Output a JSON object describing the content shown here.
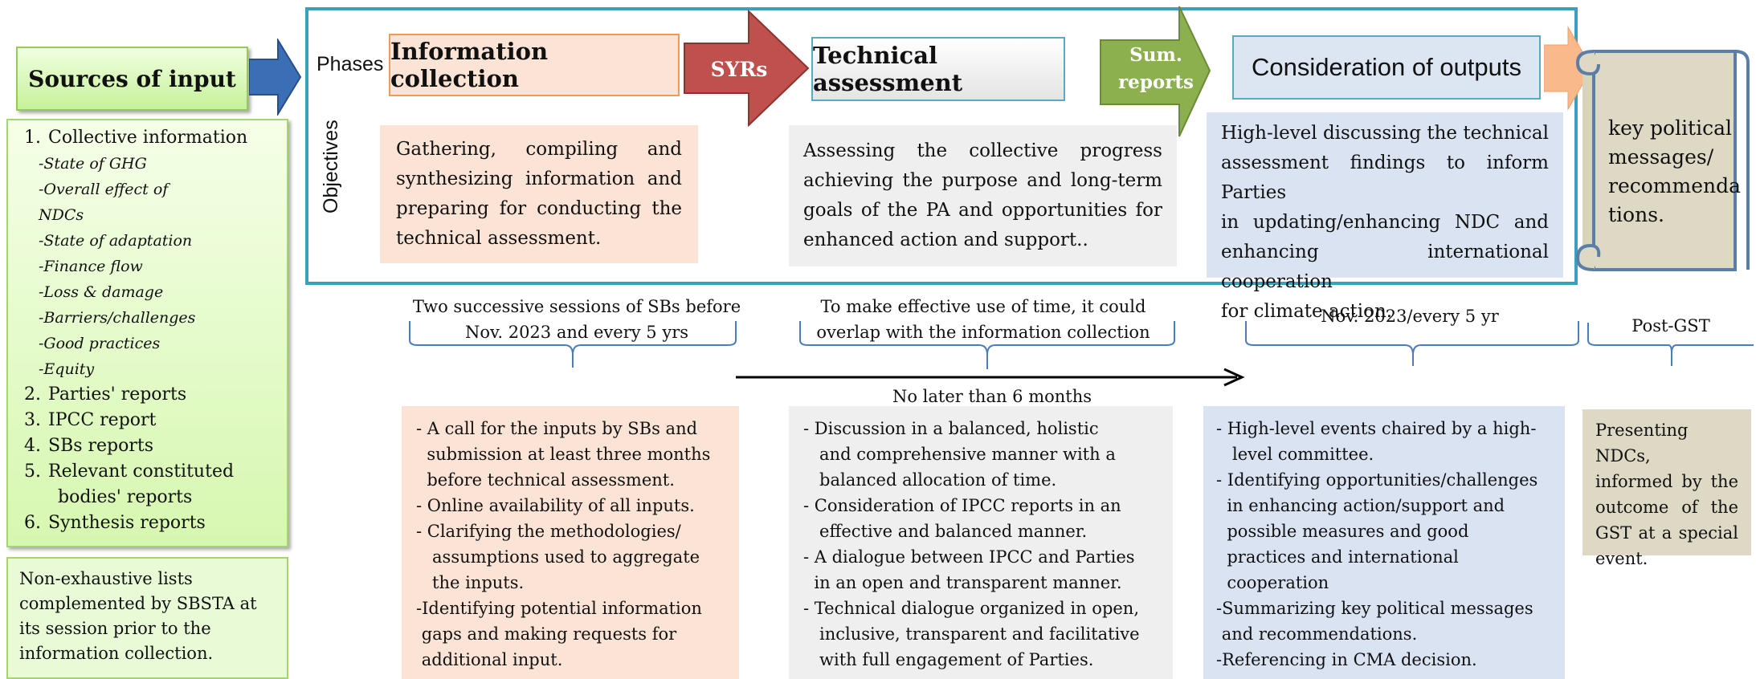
{
  "sources": {
    "title": "Sources of input",
    "items": [
      {
        "num": "1.",
        "label": "Collective information"
      },
      {
        "sub": "-State of GHG"
      },
      {
        "sub": "-Overall effect of"
      },
      {
        "sub": "NDCs"
      },
      {
        "sub": "-State of adaptation"
      },
      {
        "sub": "-Finance flow"
      },
      {
        "sub": "-Loss & damage"
      },
      {
        "sub": "-Barriers/challenges"
      },
      {
        "sub": "-Good practices"
      },
      {
        "sub": "-Equity"
      },
      {
        "num": "2.",
        "label": "Parties' reports"
      },
      {
        "num": "3.",
        "label": "IPCC report"
      },
      {
        "num": "4.",
        "label": "SBs reports"
      },
      {
        "num": "5.",
        "label": "Relevant  constituted"
      },
      {
        "num": "",
        "label": "bodies' reports"
      },
      {
        "num": "6.",
        "label": "Synthesis reports"
      }
    ],
    "note": [
      "Non-exhaustive lists",
      "complemented  by SBSTA at",
      "its session prior to the",
      "information collection."
    ]
  },
  "phases": {
    "phases_label": "Phases",
    "objectives_label": "Objectives",
    "info_collection": "Information collection",
    "syrs": "SYRs",
    "technical_assessment": "Technical assessment",
    "sum_reports": [
      "Sum.",
      "reports"
    ],
    "consideration": "Consideration of outputs",
    "info_objective": [
      "Gathering, compiling and",
      "synthesizing information and",
      "preparing for conducting the",
      "technical assessment."
    ],
    "tech_objective": [
      "Assessing the collective progress",
      "achieving the purpose and long-term",
      "goals of the PA and opportunities for",
      "enhanced action and support.."
    ],
    "cons_objective": [
      "High-level discussing the technical",
      "assessment findings to inform Parties",
      "in updating/enhancing NDC and",
      "enhancing international cooperation",
      "for climate action."
    ],
    "scroll_text": [
      "key political",
      "messages/",
      "recommenda",
      "tions."
    ]
  },
  "timeline": {
    "info_brace": [
      "Two successive sessions of SBs before",
      "Nov. 2023 and every 5  yrs"
    ],
    "tech_brace": [
      "To make effective use of time, it could",
      "overlap with the information collection"
    ],
    "cons_brace": "Nov. 2023/every 5 yr",
    "post_brace": "Post-GST",
    "arrow_label": "No later than 6 months"
  },
  "details": {
    "info": [
      "- A call for the inputs by SBs and",
      "  submission at least three months",
      "  before technical assessment.",
      "- Online availability of all inputs.",
      "- Clarifying the methodologies/",
      "   assumptions used to aggregate",
      "   the inputs.",
      "-Identifying potential information",
      " gaps and making requests for",
      " additional input."
    ],
    "tech": [
      "- Discussion in a balanced, holistic",
      "   and comprehensive manner with a",
      "   balanced allocation of time.",
      "- Consideration of IPCC reports in an",
      "   effective and balanced manner.",
      "- A dialogue between IPCC and Parties",
      "  in an open and transparent manner.",
      "- Technical dialogue organized in open,",
      "   inclusive, transparent and facilitative",
      "   with full engagement of Parties."
    ],
    "cons": [
      "- High-level events chaired by a high-",
      "   level committee.",
      "- Identifying opportunities/challenges",
      "  in enhancing action/support and",
      "  possible measures and good",
      "  practices and international",
      "  cooperation",
      "-Summarizing key political messages",
      " and recommendations.",
      "-Referencing in CMA decision."
    ],
    "post": [
      "Presenting NDCs,",
      "informed by the",
      "outcome of the",
      "GST at a special",
      "event."
    ]
  },
  "colors": {
    "frame": "#3aa0c0",
    "info": "#fbe4d5",
    "tech": "#efefef",
    "cons": "#dae3f1",
    "scroll": "#ddd9c4",
    "green": "#e6fbc8",
    "syrs": "#c0504d",
    "sum": "#8db04e",
    "blue_arrow": "#3a6fb5",
    "orange_arrow": "#f9b98b"
  }
}
